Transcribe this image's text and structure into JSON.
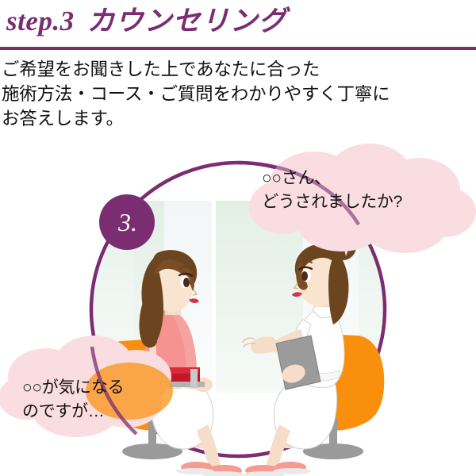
{
  "header": {
    "step_label": "step.3",
    "step_heading": "カウンセリング",
    "accent_color": "#7b2d72"
  },
  "lead_copy": {
    "lines": [
      "ご希望をお聞きした上であなたに合った",
      "施術方法・コース・ご質問をわかりやすく丁寧に",
      "お答えします。"
    ],
    "text_color": "#111111"
  },
  "illustration": {
    "badge": {
      "number": "3.",
      "fill_color": "#7b2d72",
      "text_color": "#ffffff"
    },
    "circle_outline_color": "#7b2d72",
    "speech_bubbles": [
      {
        "id": "staff-bubble",
        "speaker": "staff",
        "fill_color": "#fadde0",
        "lines": [
          "○○さん、",
          "どうされましたか?"
        ]
      },
      {
        "id": "client-bubble",
        "speaker": "client",
        "fill_color": "#fadde0",
        "lines": [
          "○○が気になる",
          "のですが…"
        ]
      }
    ],
    "characters": [
      {
        "id": "client",
        "role": "client",
        "hair_color": "#6b4420",
        "top_color": "#f4938f",
        "skirt_color": "#ffffff",
        "bag_color": "#c4172a",
        "shoe_color": "#f79a90",
        "chair_color": "#f98f0c"
      },
      {
        "id": "staff",
        "role": "staff",
        "hair_color": "#6b4420",
        "uniform_color": "#ffffff",
        "clipboard_color": "#9b9b9b",
        "shoe_color": "#f79a90",
        "chair_color": "#f98f0c"
      }
    ],
    "room": {
      "panel_mint_color": "#e6f0e8",
      "panel_pale_color": "#f4f7f7",
      "floor_color": "#ffffff"
    }
  }
}
